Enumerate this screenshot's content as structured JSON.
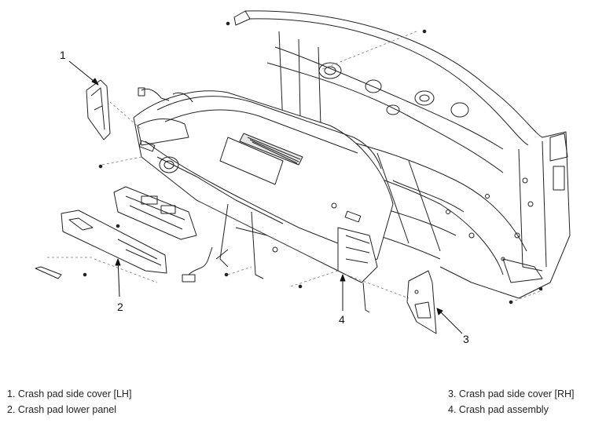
{
  "callouts": {
    "c1": "1",
    "c2": "2",
    "c3": "3",
    "c4": "4"
  },
  "legend": {
    "left": [
      "1. Crash pad side cover [LH]",
      "2. Crash pad lower panel"
    ],
    "right": [
      "3. Crash pad side cover [RH]",
      "4. Crash pad assembly"
    ]
  },
  "colors": {
    "line": "#222222",
    "light_line": "#9a9a9a",
    "fill": "#ffffff",
    "shade": "#e6e6e6"
  }
}
